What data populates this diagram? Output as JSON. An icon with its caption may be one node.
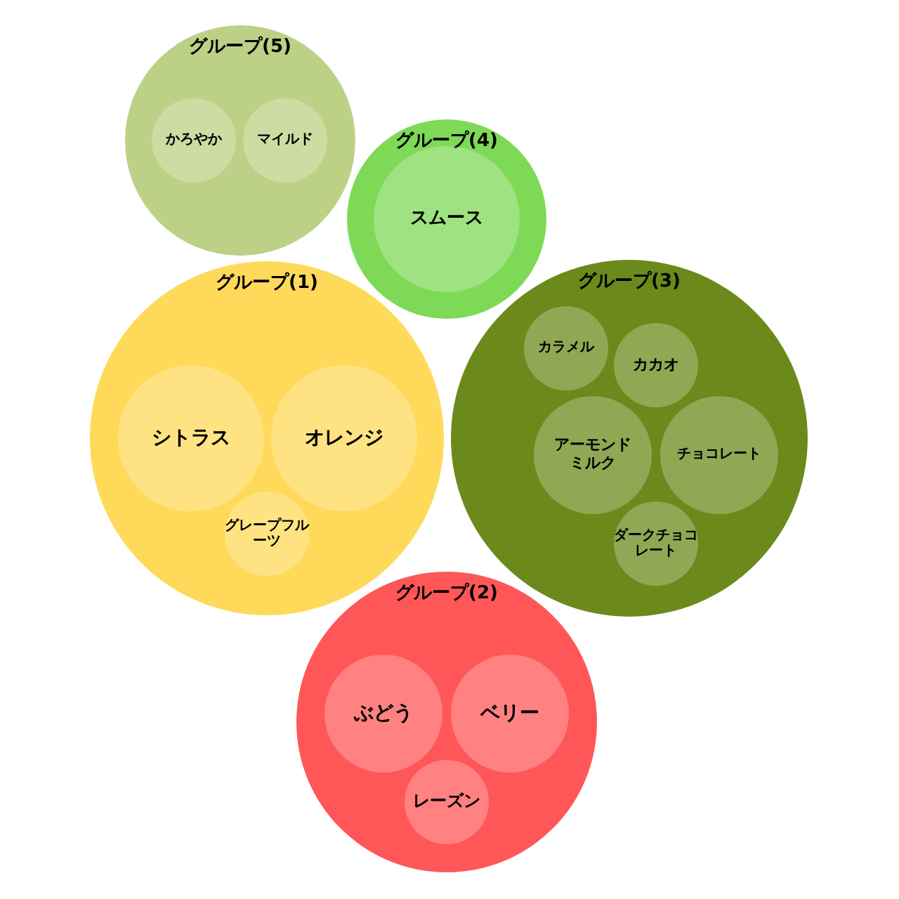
{
  "diagram": {
    "nodes": [
      {
        "text": [
          "グループ(5)"
        ]
      },
      {
        "text": [
          "かろやか"
        ],
        "in": 0
      },
      {
        "text": [
          "マイルド"
        ],
        "in": 0
      },
      {
        "text": [
          "グループ(4)"
        ]
      },
      {
        "text": [
          "スムース"
        ],
        "in": 3
      },
      {
        "text": [
          "グループ(1)"
        ]
      },
      {
        "text": [
          "シトラス"
        ],
        "in": 5
      },
      {
        "text": [
          "オレンジ"
        ],
        "in": 5
      },
      {
        "text": [
          "グレープフルーツ"
        ],
        "in": 5
      },
      {
        "text": [
          "グループ(3)"
        ]
      },
      {
        "text": [
          "カラメル"
        ],
        "in": 9
      },
      {
        "text": [
          "カカオ"
        ],
        "in": 9
      },
      {
        "text": [
          "アーモンドミルク"
        ],
        "in": 9
      },
      {
        "text": [
          "チョコレート"
        ],
        "in": 9
      },
      {
        "text": [
          "ダークチョコレート"
        ],
        "in": 9
      },
      {
        "text": [
          "グループ(2)"
        ]
      },
      {
        "text": [
          "ぶどう"
        ],
        "in": 15
      },
      {
        "text": [
          "ベリー"
        ],
        "in": 15
      },
      {
        "text": [
          "レーズン"
        ],
        "in": 15
      }
    ]
  }
}
